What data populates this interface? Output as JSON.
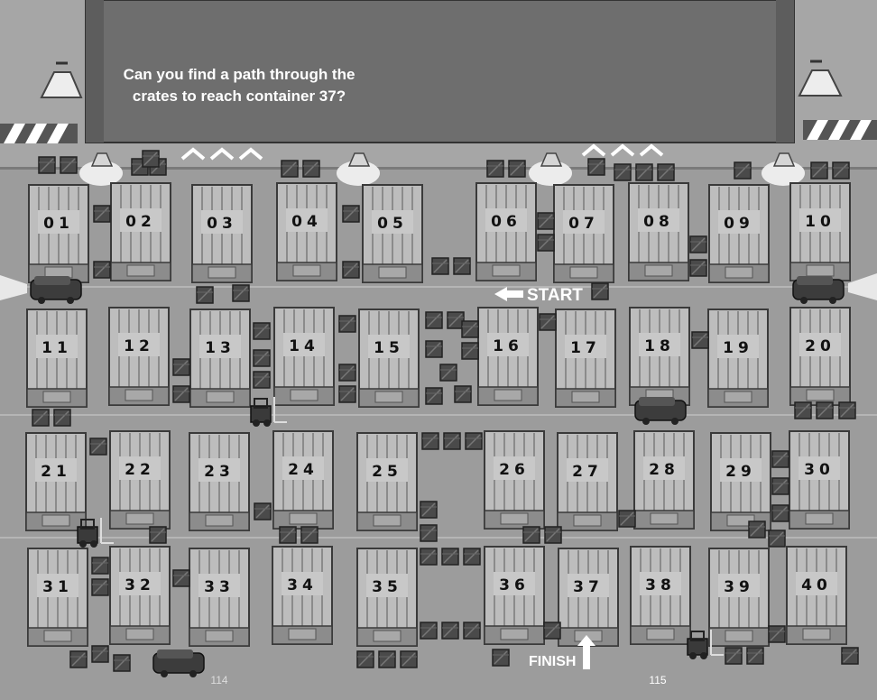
{
  "puzzle": {
    "question_line1": "Can you find a path through the",
    "question_line2": "crates to reach container 37?"
  },
  "labels": {
    "start": "START",
    "finish": "FINISH"
  },
  "page_numbers": {
    "left": "114",
    "right": "115"
  },
  "containers": [
    "01",
    "02",
    "03",
    "04",
    "05",
    "06",
    "07",
    "08",
    "09",
    "10",
    "11",
    "12",
    "13",
    "14",
    "15",
    "16",
    "17",
    "18",
    "19",
    "20",
    "21",
    "22",
    "23",
    "24",
    "25",
    "26",
    "27",
    "28",
    "29",
    "30",
    "31",
    "32",
    "33",
    "34",
    "35",
    "36",
    "37",
    "38",
    "39",
    "40"
  ],
  "colors": {
    "floor": "#9c9c9c",
    "wall": "#6e6e6e",
    "container": "#b9b9b9",
    "crate": "#4a4a4a",
    "text": "#ffffff"
  }
}
